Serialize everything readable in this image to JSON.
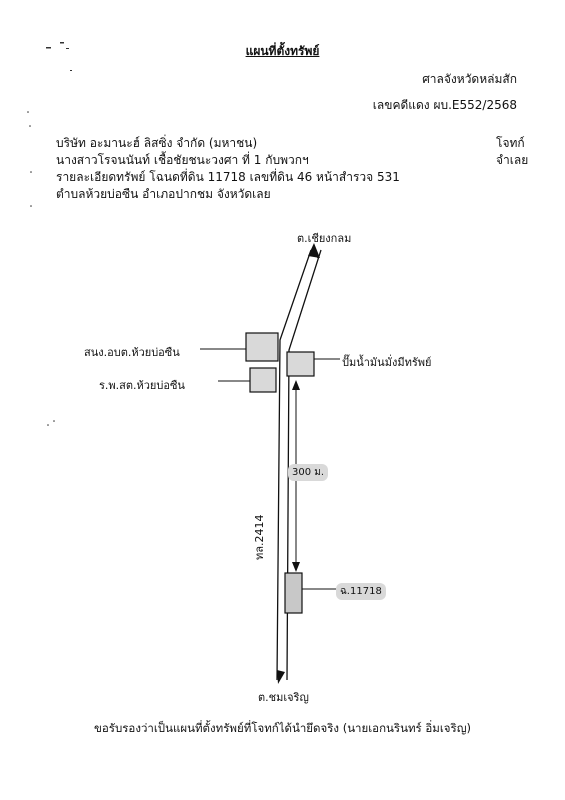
{
  "header": {
    "title": "แผนที่ตั้งทรัพย์",
    "court": "ศาลจังหวัดหล่มสัก",
    "case_no": "เลขคดีแดง ผบ.E552/2568"
  },
  "parties": {
    "plaintiff": "บริษัท อะมานะฮ์ ลิสซิ่ง จำกัด (มหาชน)",
    "plaintiff_role": "โจทก์",
    "defendant": "นางสาวโรจนนันท์ เชื้อชัยชนะวงศา ที่ 1 กับพวกฯ",
    "defendant_role": "จำเลย"
  },
  "property": {
    "details": "รายละเอียดทรัพย์ โฉนดที่ดิน 11718 เลขที่ดิน 46 หน้าสำรวจ 531",
    "location": "ตำบลห้วยบ่อซืน อำเภอปากชม จังหวัดเลย"
  },
  "map": {
    "north_label": "ต.เชียงกลม",
    "south_label": "ต.ชมเจริญ",
    "road_label": "ทล.2414",
    "landmark_1": "สนง.อบต.ห้วยบ่อซืน",
    "landmark_2": "ร.พ.สต.ห้วยบ่อซืน",
    "landmark_3": "ปั๊มน้ำมันมั่งมีทรัพย์",
    "distance": "300 ม.",
    "parcel": "ฉ.11718"
  },
  "footer": {
    "certification": "ขอรับรองว่าเป็นแผนที่ตั้งทรัพย์ที่โจทก์ได้นำยึดจริง (นายเอกนรินทร์ อิ่มเจริญ)"
  }
}
